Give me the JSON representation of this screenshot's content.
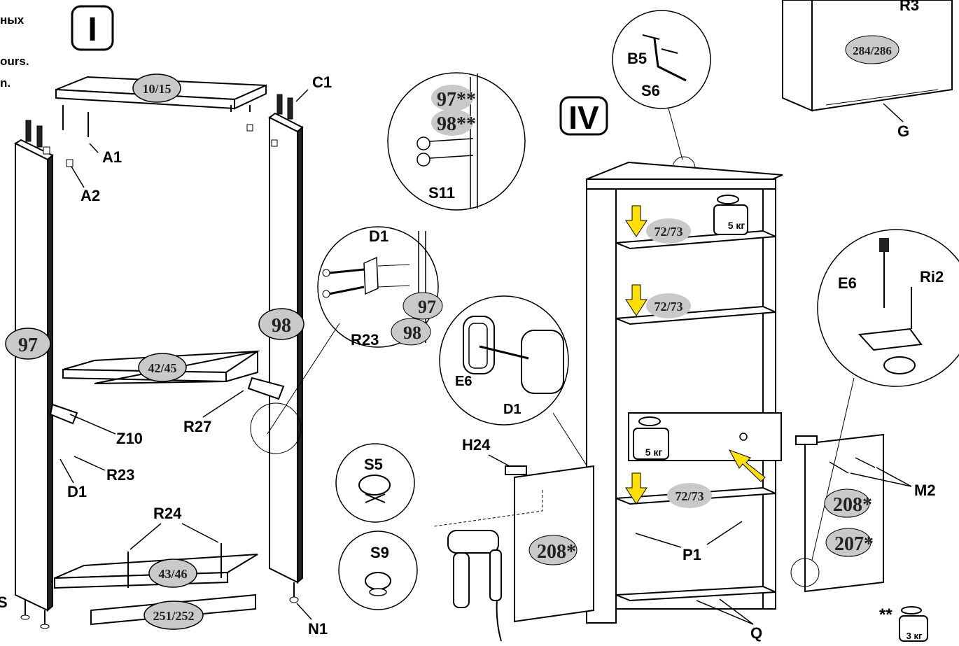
{
  "intro_text": [
    "ных",
    "ours.",
    "n."
  ],
  "stage_numbers": {
    "first": "I",
    "fourth": "IV"
  },
  "part_labels": {
    "A1": "A1",
    "A2": "A2",
    "C1": "C1",
    "B5": "B5",
    "S6": "S6",
    "S11": "S11",
    "D1": "D1",
    "R23": "R23",
    "E6": "E6",
    "Ri2": "Ri2",
    "R3": "R3",
    "G": "G",
    "Z10": "Z10",
    "R27": "R27",
    "R24": "R24",
    "N1": "N1",
    "S5": "S5",
    "S9": "S9",
    "H24": "H24",
    "P1": "P1",
    "Q": "Q",
    "M2": "M2",
    "S": "S",
    "star2": "**"
  },
  "panel_numbers": {
    "top": "10/15",
    "left": "97",
    "right": "98",
    "middle_shelf": "42/45",
    "bottom_shelf": "43/46",
    "plinth": "251/252",
    "side_right": "284/286",
    "zoom_97": "97**",
    "zoom_98": "98**",
    "hinge_97": "97",
    "hinge_98": "98",
    "shelf1": "72/73",
    "shelf2": "72/73",
    "shelf3": "72/73",
    "door_left": "208*",
    "door_right_a": "208*",
    "door_right_b": "207*"
  },
  "weights": {
    "top_shelf": "5 кг",
    "drawer": "5 кг",
    "legend": "3 кг"
  },
  "colors": {
    "accent_arrow": "#FFE000",
    "label_fill": "#C9C9C9",
    "line": "#000000"
  }
}
